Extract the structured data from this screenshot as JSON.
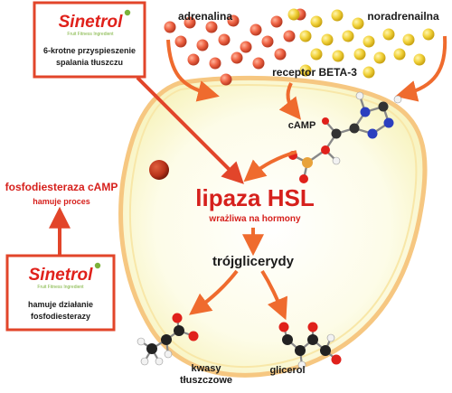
{
  "colors": {
    "arrow": "#ef6b2e",
    "heading_red": "#d6201c",
    "text_dark": "#1a1a1a",
    "cell_fill": "#fcfbdf",
    "cell_border": "#f6c781",
    "adrenaline_dot": "#ee6243",
    "noradrenaline_dot": "#f2d23a",
    "logo_red": "#e0211b",
    "logo_green": "#7cb23b"
  },
  "logo": {
    "brand": "Sinetrol",
    "tagline": "Fruit Fitness Ingredient"
  },
  "top_box": {
    "line1": "6-krotne przyspieszenie",
    "line2": "spalania tłuszczu"
  },
  "bottom_box": {
    "line1": "hamuje działanie",
    "line2": "fosfodiesterazy"
  },
  "labels": {
    "adrenaline": "adrenalina",
    "noradrenaline": "noradrenailna",
    "receptor": "receptor BETA-3",
    "camp": "cAMP",
    "lipase": "lipaza HSL",
    "lipase_sub": "wrażliwa na hormony",
    "triglycerides": "trójglicerydy",
    "fatty_acids_1": "kwasy",
    "fatty_acids_2": "tłuszczowe",
    "glycerol": "glicerol",
    "pde_title": "fosfodiesteraza cAMP",
    "pde_sub": "hamuje proces"
  }
}
